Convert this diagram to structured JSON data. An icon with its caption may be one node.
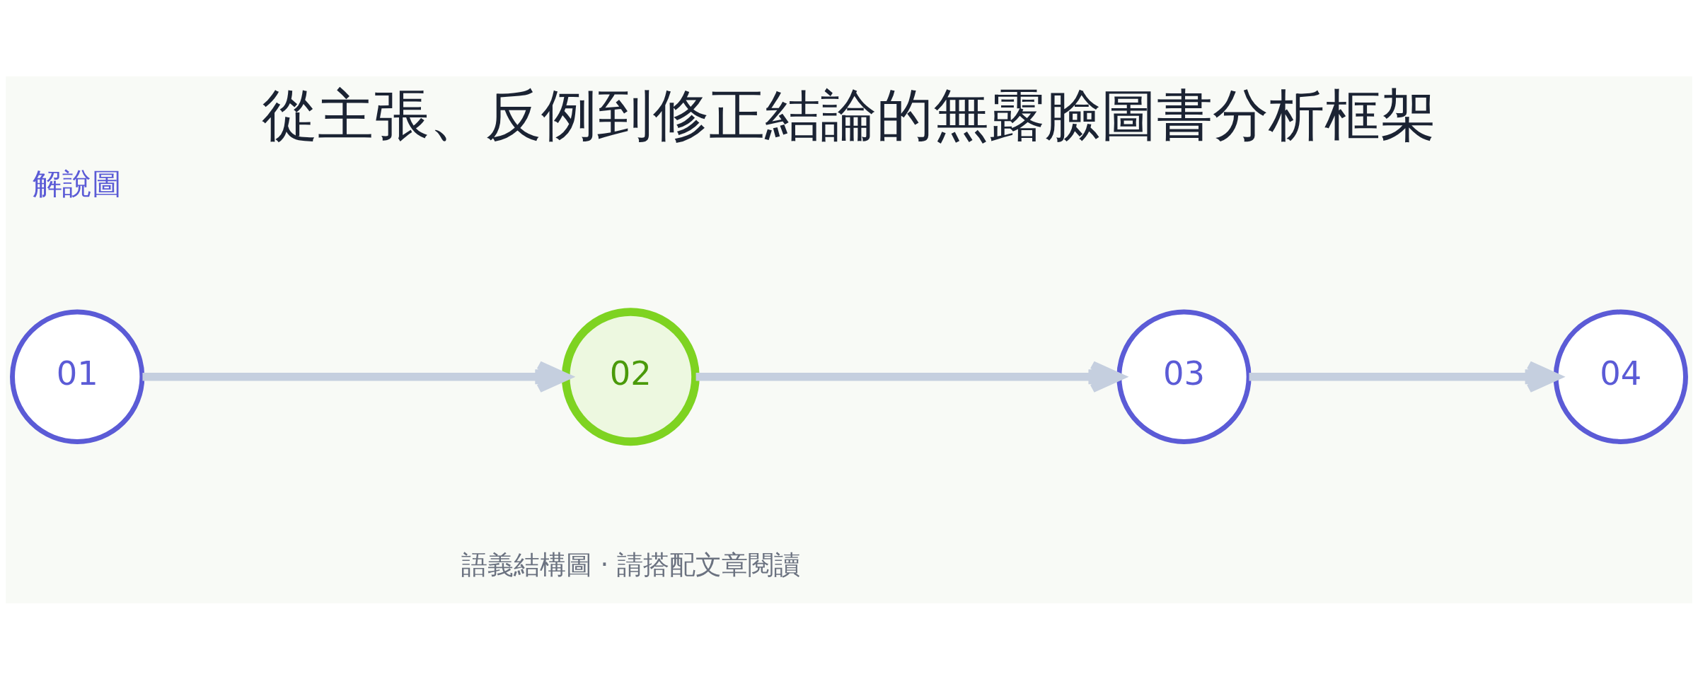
{
  "diagram": {
    "title": "從主張、反例到修正結論的無露臉圖書分析框架",
    "caption": "語義結構圖 · 請搭配文章閱讀",
    "nodes": [
      {
        "text": [
          "01"
        ]
      },
      {
        "text": [
          "02"
        ]
      },
      {
        "text": [
          "03"
        ]
      },
      {
        "text": [
          "04"
        ]
      }
    ],
    "edges": [
      {
        "from": 0,
        "to": 1,
        "arrow": "to"
      },
      {
        "from": 1,
        "to": 2,
        "arrow": "to"
      },
      {
        "from": 2,
        "to": 3,
        "arrow": "to"
      }
    ],
    "labels": [
      "解說圖"
    ]
  }
}
